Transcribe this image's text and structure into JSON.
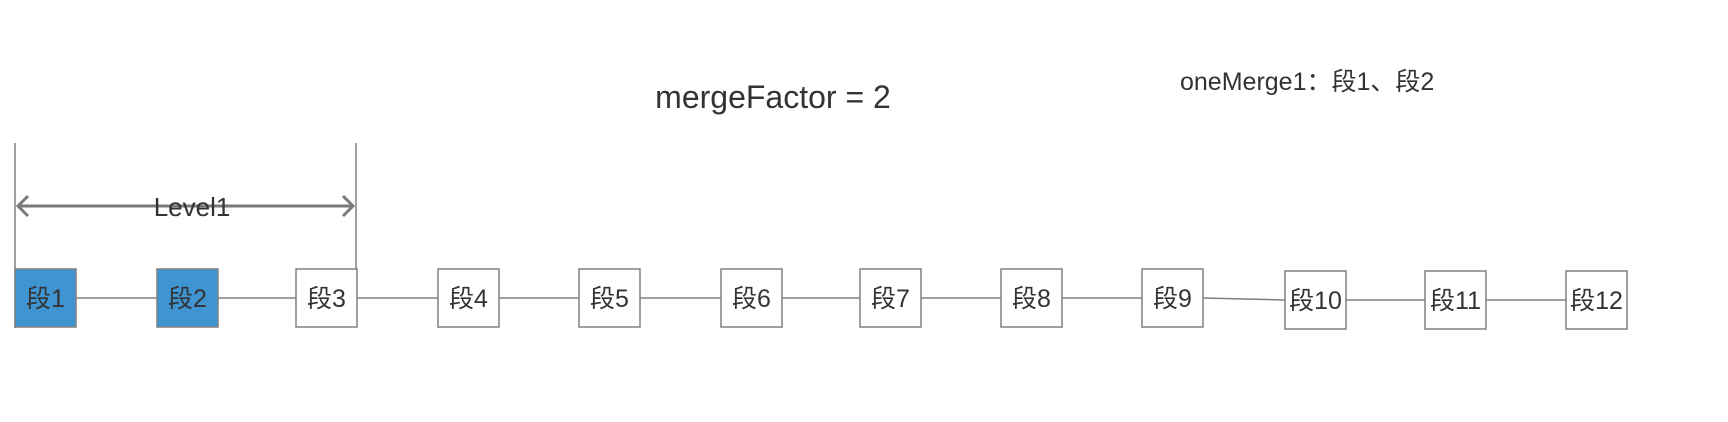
{
  "title": "mergeFactor = 2",
  "note": "oneMerge1：段1、段2",
  "level_label": "Level1",
  "colors": {
    "highlight": "#3E95D1",
    "box_border": "#808080",
    "box_fill": "#ffffff",
    "line": "#808080",
    "arrow": "#7a7a7a",
    "text": "#333333"
  },
  "segments": [
    {
      "label": "段1",
      "highlighted": true
    },
    {
      "label": "段2",
      "highlighted": true
    },
    {
      "label": "段3",
      "highlighted": false
    },
    {
      "label": "段4",
      "highlighted": false
    },
    {
      "label": "段5",
      "highlighted": false
    },
    {
      "label": "段6",
      "highlighted": false
    },
    {
      "label": "段7",
      "highlighted": false
    },
    {
      "label": "段8",
      "highlighted": false
    },
    {
      "label": "段9",
      "highlighted": false
    },
    {
      "label": "段10",
      "highlighted": false
    },
    {
      "label": "段11",
      "highlighted": false
    },
    {
      "label": "段12",
      "highlighted": false
    }
  ]
}
